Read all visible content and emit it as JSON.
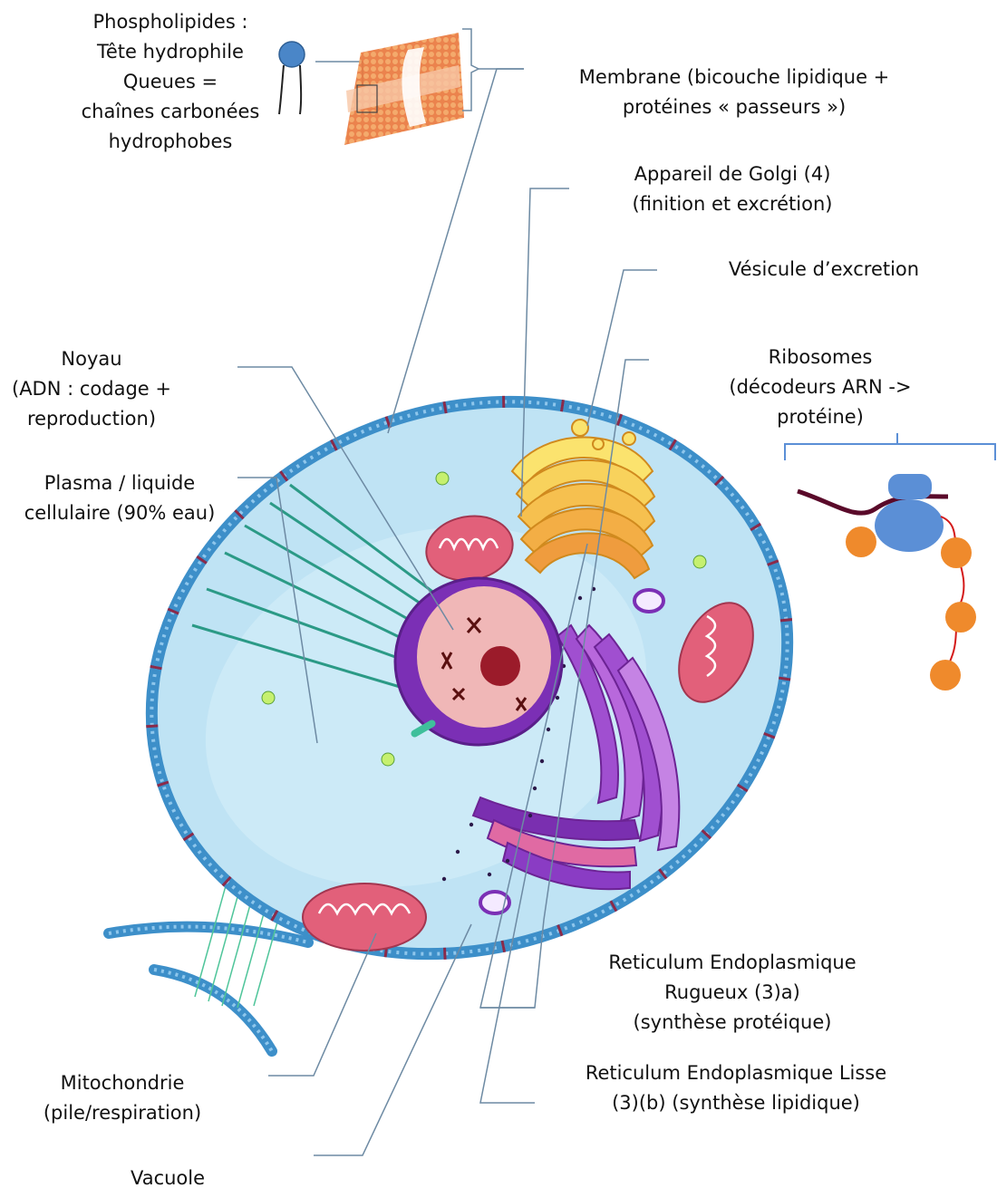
{
  "labels": {
    "phospholipides": [
      "Phospholipides :",
      "Tête hydrophile",
      "Queues =",
      "chaînes carbonées",
      "hydrophobes"
    ],
    "membrane": [
      "Membrane (bicouche lipidique +",
      "protéines « passeurs »)"
    ],
    "golgi": [
      "Appareil de Golgi (4)",
      "(finition et excrétion)"
    ],
    "vesicule": [
      "Vésicule d’excretion"
    ],
    "noyau": [
      "Noyau",
      "(ADN : codage +",
      "reproduction)"
    ],
    "ribosomes": [
      "Ribosomes",
      "(décodeurs ARN ->",
      "protéine)"
    ],
    "plasma": [
      "Plasma / liquide",
      "cellulaire (90% eau)"
    ],
    "re_rugueux": [
      "Reticulum Endoplasmique",
      "Rugueux (3)a)",
      "(synthèse protéique)"
    ],
    "re_lisse": [
      "Reticulum Endoplasmique Lisse",
      "(3)(b) (synthèse lipidique)"
    ],
    "mitochondrie": [
      "Mitochondrie",
      "(pile/respiration)"
    ],
    "vacuole": [
      "Vacuole"
    ]
  },
  "colors": {
    "cytoplasm": "#bfe3f4",
    "membrane": "#3d8fc9",
    "nucleus_envelope": "#7b2fb5",
    "nucleus": "#f0b7b7",
    "nucleolus": "#9b1b2a",
    "golgi": "#f5c64a",
    "mitochondria": "#e2607a",
    "er": "#8a3cc4",
    "leader_line": "#6d8aa3",
    "ribosome": "#5b8fd6",
    "amino_acid": "#ef8a2c",
    "mrna": "#5a0a2a"
  }
}
